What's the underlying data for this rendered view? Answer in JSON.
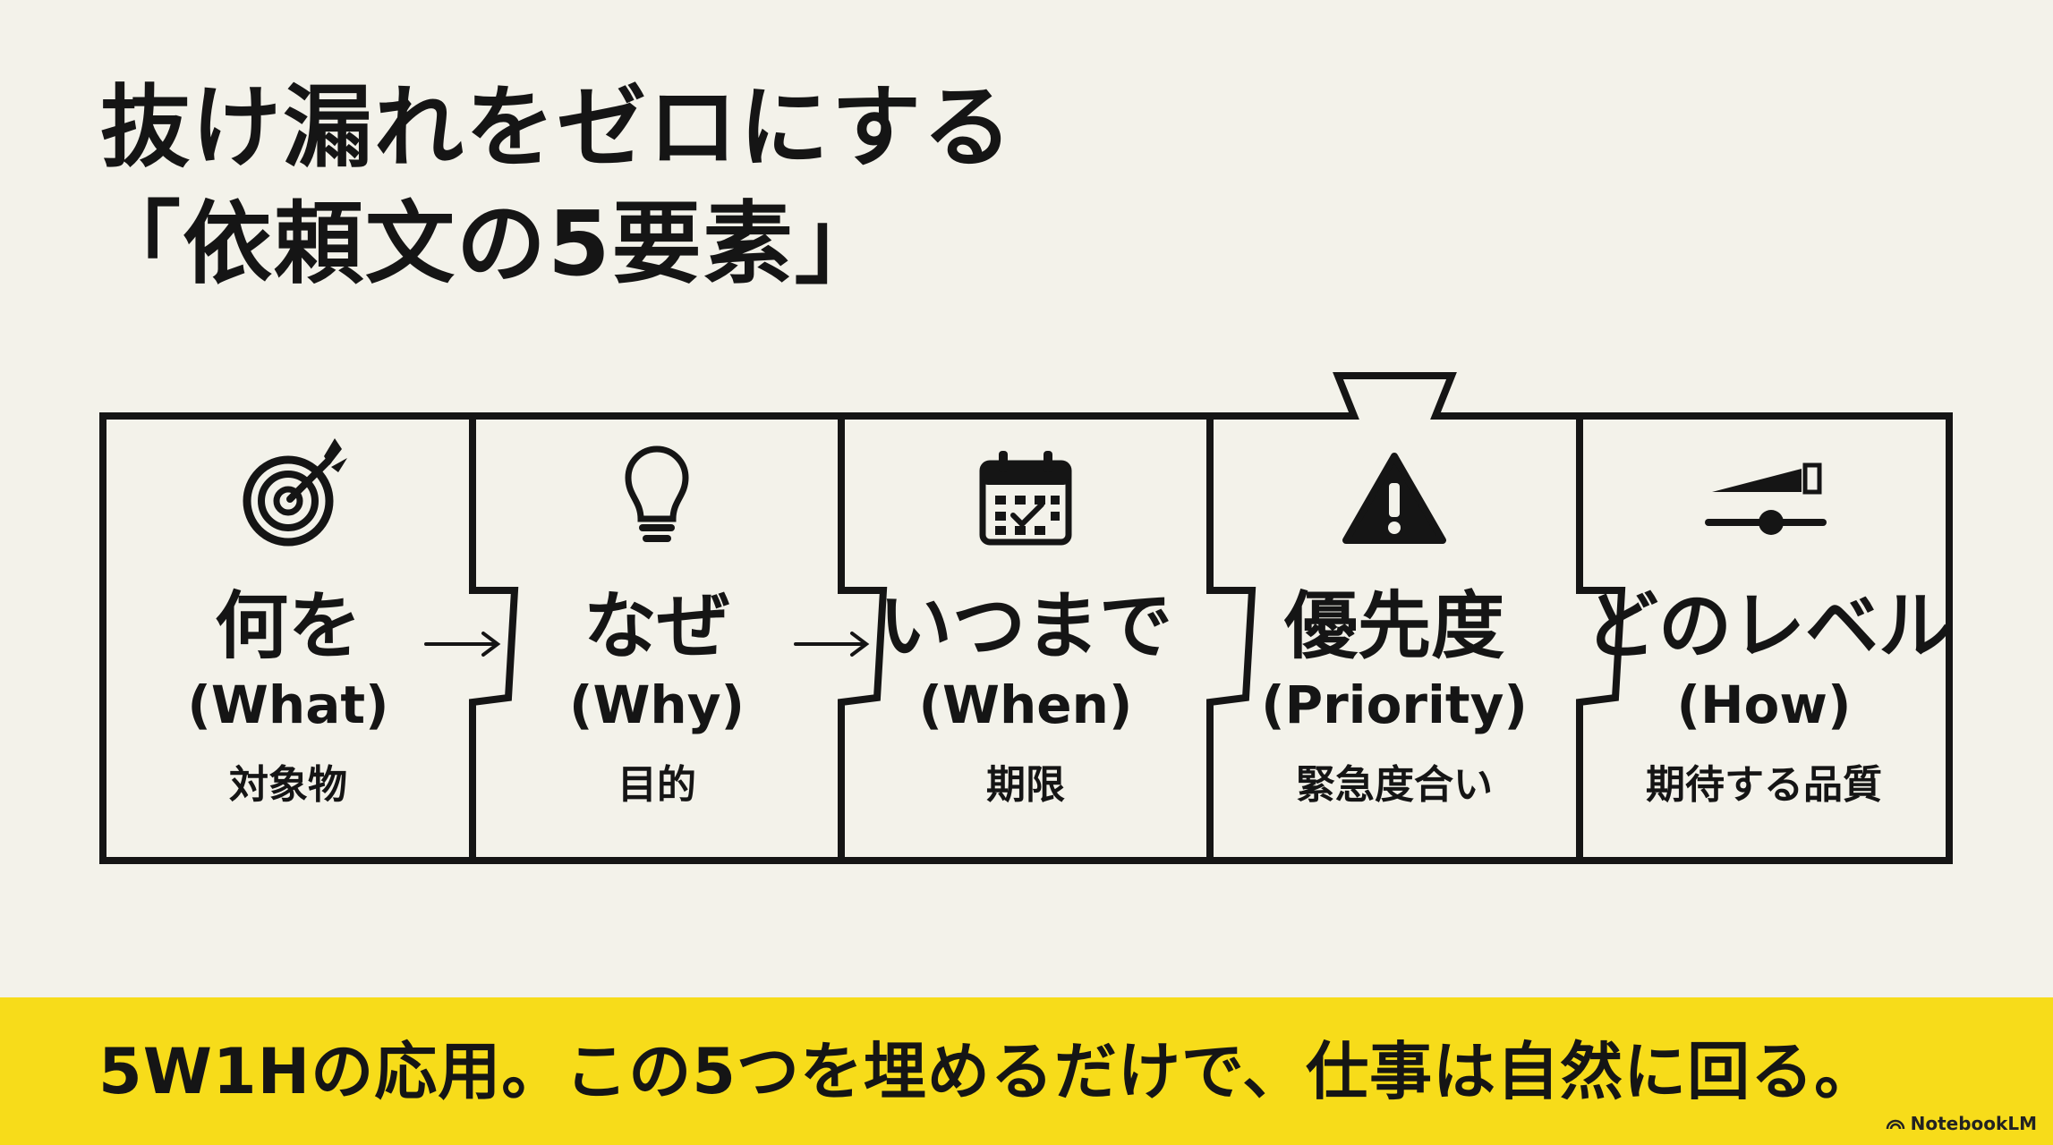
{
  "title": {
    "line1": "抜け漏れをゼロにする",
    "line2": "「依頼文の5要素」"
  },
  "elements": [
    {
      "label": "何を",
      "sub": "(What)",
      "desc": "対象物",
      "icon": "target-icon"
    },
    {
      "label": "なぜ",
      "sub": "(Why)",
      "desc": "目的",
      "icon": "lightbulb-icon"
    },
    {
      "label": "いつまで",
      "sub": "(When)",
      "desc": "期限",
      "icon": "calendar-icon"
    },
    {
      "label": "優先度",
      "sub": "(Priority)",
      "desc": "緊急度合い",
      "icon": "warning-icon"
    },
    {
      "label": "どのレベル",
      "sub": "(How)",
      "desc": "期待する品質",
      "icon": "quality-slider-icon"
    }
  ],
  "footer": {
    "text": "5W1Hの応用。この5つを埋めるだけで、仕事は自然に回る。",
    "brand": "NotebookLM"
  },
  "colors": {
    "background": "#f3f2ea",
    "ink": "#151515",
    "footer": "#f7dc1a"
  }
}
